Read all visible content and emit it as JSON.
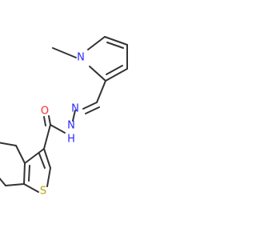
{
  "molecule": {
    "atoms": {
      "methyl_n": "",
      "n_pyrrole": "N",
      "imine_n": "N",
      "amide_n": "N",
      "amide_h": "H",
      "oxygen": "O",
      "sulfur": "S",
      "methyl_ring": ""
    },
    "colors": {
      "bond": "#333333",
      "nitrogen": "#2b2bff",
      "oxygen": "#ff2a2a",
      "sulfur": "#b8a100",
      "hydrogen": "#2b2bff"
    }
  }
}
